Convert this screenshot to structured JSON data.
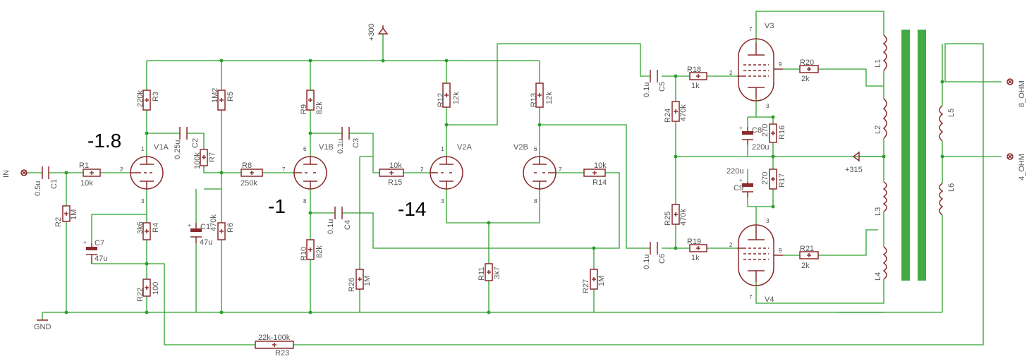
{
  "colors": {
    "wire": "#2ca02c",
    "part": "#8b2b2b",
    "core": "#44aa44",
    "text": "#555555"
  },
  "annotations": {
    "v1a_voltage": "-1.8",
    "v1b_voltage": "-1",
    "v2_voltage": "-14"
  },
  "labels": {
    "in": "IN",
    "gnd": "GND",
    "b300": "+300",
    "b315": "+315",
    "out8": "8_OHM",
    "out4": "4_OHM",
    "C1n": "C1",
    "C1v": "0.5u",
    "R1n": "R1",
    "R1v": "10k",
    "R2n": "R2",
    "R2v": "1M",
    "R3n": "R3",
    "R3v": "220k",
    "R4n": "R4",
    "R4v": "3k6",
    "C7n": "C7",
    "C7v": "47u",
    "R22n": "R22",
    "R22v": "100",
    "C2n": "C2",
    "C2v": "0.25u",
    "R7n": "R7",
    "R7v": "100k",
    "C1bn": "C1",
    "C1bv": "47u",
    "R6n": "R6",
    "R6v": "470k",
    "R5n": "R5",
    "R5v": "1M2",
    "R8n": "R8",
    "R8v": "250k",
    "R9n": "R9",
    "R9v": "82k",
    "R10n": "R10",
    "R10v": "82k",
    "C3n": "C3",
    "C3v": "0.1u",
    "C4n": "C4",
    "C4v": "0.1u",
    "R26n": "R26",
    "R26v": "1M",
    "R15n": "R15",
    "R15v": "10k",
    "R12n": "R12",
    "R12v": "12k",
    "R13n": "R13",
    "R13v": "12k",
    "R11n": "R11",
    "R11v": "3k7",
    "R14n": "R14",
    "R14v": "10k",
    "R27n": "R27",
    "R27v": "1M",
    "C5n": "C5",
    "C5v": "0.1u",
    "C6n": "C6",
    "C6v": "0.1u",
    "R18n": "R18",
    "R18v": "1k",
    "R19n": "R19",
    "R19v": "1k",
    "R24n": "R24",
    "R24v": "470k",
    "R25n": "R25",
    "R25v": "470k",
    "C8n": "C8",
    "C8v": "220u",
    "C9n": "C9",
    "C9v": "220u",
    "R16n": "R16",
    "R16v": "270",
    "R17n": "R17",
    "R17v": "270",
    "R20n": "R20",
    "R20v": "2k",
    "R21n": "R21",
    "R21v": "2k",
    "R23n": "R23",
    "R23v": "22k-100k",
    "V1A": "V1A",
    "V1B": "V1B",
    "V2A": "V2A",
    "V2B": "V2B",
    "V3": "V3",
    "V4": "V4",
    "L1": "L1",
    "L2": "L2",
    "L3": "L3",
    "L4": "L4",
    "L5": "L5",
    "L6": "L6"
  }
}
